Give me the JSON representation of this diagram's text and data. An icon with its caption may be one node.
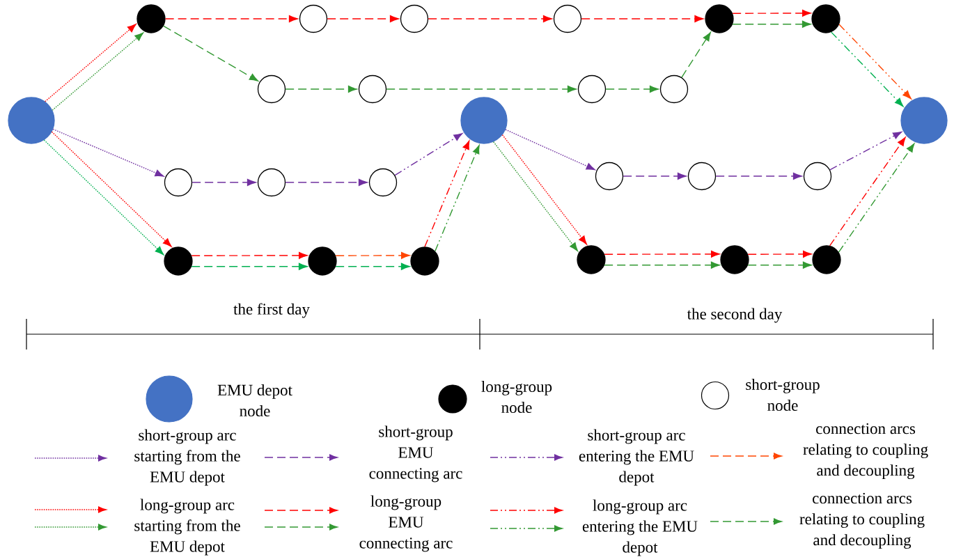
{
  "diagram": {
    "nodes": [
      {
        "text": [],
        "shape": "circle"
      },
      {
        "text": [],
        "shape": "circle"
      },
      {
        "text": [],
        "shape": "circle"
      },
      {
        "text": [],
        "shape": "circle"
      },
      {
        "text": [],
        "shape": "circle"
      },
      {
        "text": [],
        "shape": "circle"
      },
      {
        "text": [],
        "shape": "circle"
      },
      {
        "text": [],
        "shape": "circle"
      },
      {
        "text": [],
        "shape": "circle"
      },
      {
        "text": [],
        "shape": "circle"
      },
      {
        "text": [],
        "shape": "circle"
      },
      {
        "text": [],
        "shape": "circle"
      },
      {
        "text": [],
        "shape": "circle"
      },
      {
        "text": [],
        "shape": "circle"
      },
      {
        "text": [],
        "shape": "circle"
      },
      {
        "text": [],
        "shape": "circle"
      },
      {
        "text": [],
        "shape": "circle"
      },
      {
        "text": [],
        "shape": "circle"
      },
      {
        "text": [],
        "shape": "circle"
      },
      {
        "text": [],
        "shape": "circle"
      },
      {
        "text": [],
        "shape": "circle"
      },
      {
        "text": [],
        "shape": "circle"
      },
      {
        "text": [],
        "shape": "circle"
      },
      {
        "text": [],
        "shape": "circle"
      },
      {
        "text": [],
        "shape": "circle"
      }
    ],
    "edges": [
      {
        "from": 0,
        "to": 1,
        "arrow": "to",
        "color": "#ff0000"
      },
      {
        "from": 0,
        "to": 1,
        "arrow": "to",
        "color": "#339933"
      },
      {
        "from": 1,
        "to": 2,
        "arrow": "to",
        "style": "dashed",
        "color": "#ff0000"
      },
      {
        "from": 2,
        "to": 3,
        "arrow": "to",
        "style": "dashed",
        "color": "#ff0000"
      },
      {
        "from": 3,
        "to": 4,
        "arrow": "to",
        "style": "dashed",
        "color": "#ff0000"
      },
      {
        "from": 4,
        "to": 5,
        "arrow": "to",
        "style": "dashed",
        "color": "#ff0000"
      },
      {
        "from": 1,
        "to": 7,
        "arrow": "to",
        "style": "dashed",
        "color": "#339933"
      },
      {
        "from": 7,
        "to": 8,
        "arrow": "to",
        "style": "dashed",
        "color": "#339933"
      },
      {
        "from": 8,
        "to": 9,
        "arrow": "to",
        "style": "dashed",
        "color": "#339933"
      },
      {
        "from": 9,
        "to": 10,
        "arrow": "to",
        "style": "dashed",
        "color": "#339933"
      },
      {
        "from": 10,
        "to": 5,
        "arrow": "to",
        "style": "dashed",
        "color": "#339933"
      },
      {
        "from": 5,
        "to": 6,
        "arrow": "to",
        "style": "dashed",
        "color": "#ff0000"
      },
      {
        "from": 5,
        "to": 6,
        "arrow": "to",
        "style": "dashed",
        "color": "#339933"
      },
      {
        "from": 6,
        "to": 24,
        "arrow": "to",
        "color": "#ff4500"
      },
      {
        "from": 6,
        "to": 24,
        "arrow": "to",
        "color": "#00b050"
      },
      {
        "from": 0,
        "to": 12,
        "arrow": "to",
        "color": "#7030a0"
      },
      {
        "from": 12,
        "to": 13,
        "arrow": "to",
        "style": "dashed",
        "color": "#7030a0"
      },
      {
        "from": 13,
        "to": 14,
        "arrow": "to",
        "style": "dashed",
        "color": "#7030a0"
      },
      {
        "from": 14,
        "to": 11,
        "arrow": "to",
        "color": "#7030a0"
      },
      {
        "from": 0,
        "to": 15,
        "arrow": "to",
        "color": "#ff0000"
      },
      {
        "from": 0,
        "to": 15,
        "arrow": "to",
        "color": "#00b050"
      },
      {
        "from": 15,
        "to": 16,
        "arrow": "to",
        "style": "dashed",
        "color": "#ff0000"
      },
      {
        "from": 15,
        "to": 16,
        "arrow": "to",
        "style": "dashed",
        "color": "#00b050"
      },
      {
        "from": 16,
        "to": 17,
        "arrow": "to",
        "style": "dashed",
        "color": "#ff4500"
      },
      {
        "from": 16,
        "to": 17,
        "arrow": "to",
        "style": "dashed",
        "color": "#00b050"
      },
      {
        "from": 17,
        "to": 11,
        "arrow": "to",
        "color": "#ff0000"
      },
      {
        "from": 17,
        "to": 11,
        "arrow": "to",
        "color": "#339933"
      },
      {
        "from": 11,
        "to": 18,
        "arrow": "to",
        "color": "#7030a0"
      },
      {
        "from": 18,
        "to": 19,
        "arrow": "to",
        "style": "dashed",
        "color": "#7030a0"
      },
      {
        "from": 19,
        "to": 20,
        "arrow": "to",
        "style": "dashed",
        "color": "#7030a0"
      },
      {
        "from": 20,
        "to": 24,
        "arrow": "to",
        "color": "#7030a0"
      },
      {
        "from": 11,
        "to": 21,
        "arrow": "to",
        "color": "#ff0000"
      },
      {
        "from": 11,
        "to": 21,
        "arrow": "to",
        "color": "#339933"
      },
      {
        "from": 21,
        "to": 22,
        "arrow": "to",
        "style": "dashed",
        "color": "#ff0000"
      },
      {
        "from": 21,
        "to": 22,
        "arrow": "to",
        "style": "dashed",
        "color": "#339933"
      },
      {
        "from": 22,
        "to": 23,
        "arrow": "to",
        "style": "dashed",
        "color": "#ff0000"
      },
      {
        "from": 22,
        "to": 23,
        "arrow": "to",
        "style": "dashed",
        "color": "#339933"
      },
      {
        "from": 23,
        "to": 24,
        "arrow": "to",
        "color": "#ff0000"
      },
      {
        "from": 23,
        "to": 24,
        "arrow": "to",
        "color": "#339933"
      }
    ],
    "labels": [
      "the first day",
      "the second day"
    ],
    "legend": [
      {
        "text": "EMU depot node"
      },
      {
        "text": "long-group node"
      },
      {
        "text": "short-group node"
      },
      {
        "text": "short-group arc starting from the EMU depot"
      },
      {
        "text": "short-group EMU connecting arc"
      },
      {
        "text": "short-group arc entering the EMU depot"
      },
      {
        "text": "connection arcs relating to coupling and decoupling"
      },
      {
        "text": "long-group arc starting from the EMU depot"
      },
      {
        "text": "long-group EMU connecting arc"
      },
      {
        "text": "long-group arc entering the EMU depot"
      },
      {
        "text": "connection arcs relating to coupling and decoupling"
      }
    ]
  }
}
